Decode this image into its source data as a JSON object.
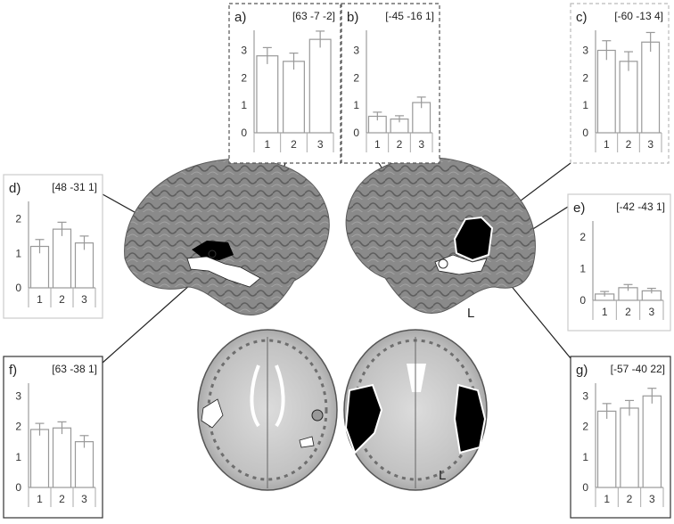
{
  "figure": {
    "hemisphere_labels": [
      "L",
      "L"
    ]
  },
  "chart_data": [
    {
      "id": "a",
      "type": "bar",
      "panel_label": "a)",
      "coordinate": "[63 -7 -2]",
      "categories": [
        "1",
        "2",
        "3"
      ],
      "values": [
        2.8,
        2.6,
        3.4
      ],
      "errors": [
        0.3,
        0.3,
        0.3
      ],
      "ylim": [
        0,
        3.6
      ],
      "yticks": [
        0,
        1,
        2,
        3
      ]
    },
    {
      "id": "b",
      "type": "bar",
      "panel_label": "b)",
      "coordinate": "[-45 -16 1]",
      "categories": [
        "1",
        "2",
        "3"
      ],
      "values": [
        0.6,
        0.5,
        1.1
      ],
      "errors": [
        0.15,
        0.12,
        0.2
      ],
      "ylim": [
        0,
        3.6
      ],
      "yticks": [
        0,
        1,
        2,
        3
      ]
    },
    {
      "id": "c",
      "type": "bar",
      "panel_label": "c)",
      "coordinate": "[-60 -13 4]",
      "categories": [
        "1",
        "2",
        "3"
      ],
      "values": [
        3.0,
        2.6,
        3.3
      ],
      "errors": [
        0.35,
        0.35,
        0.35
      ],
      "ylim": [
        0,
        3.6
      ],
      "yticks": [
        0,
        1,
        2,
        3
      ]
    },
    {
      "id": "d",
      "type": "bar",
      "panel_label": "d)",
      "coordinate": "[48 -31 1]",
      "categories": [
        "1",
        "2",
        "3"
      ],
      "values": [
        1.2,
        1.7,
        1.3
      ],
      "errors": [
        0.2,
        0.2,
        0.2
      ],
      "ylim": [
        0,
        2.4
      ],
      "yticks": [
        0,
        1,
        2
      ]
    },
    {
      "id": "e",
      "type": "bar",
      "panel_label": "e)",
      "coordinate": "[-42 -43 1]",
      "categories": [
        "1",
        "2",
        "3"
      ],
      "values": [
        0.2,
        0.4,
        0.3
      ],
      "errors": [
        0.08,
        0.1,
        0.08
      ],
      "ylim": [
        0,
        2.4
      ],
      "yticks": [
        0,
        1,
        2
      ]
    },
    {
      "id": "f",
      "type": "bar",
      "panel_label": "f)",
      "coordinate": "[63 -38 1]",
      "categories": [
        "1",
        "2",
        "3"
      ],
      "values": [
        1.9,
        1.95,
        1.5
      ],
      "errors": [
        0.2,
        0.2,
        0.2
      ],
      "ylim": [
        0,
        3.3
      ],
      "yticks": [
        0,
        1,
        2,
        3
      ]
    },
    {
      "id": "g",
      "type": "bar",
      "panel_label": "g)",
      "coordinate": "[-57 -40 22]",
      "categories": [
        "1",
        "2",
        "3"
      ],
      "values": [
        2.5,
        2.6,
        3.0
      ],
      "errors": [
        0.25,
        0.25,
        0.25
      ],
      "ylim": [
        0,
        3.3
      ],
      "yticks": [
        0,
        1,
        2,
        3
      ]
    }
  ]
}
